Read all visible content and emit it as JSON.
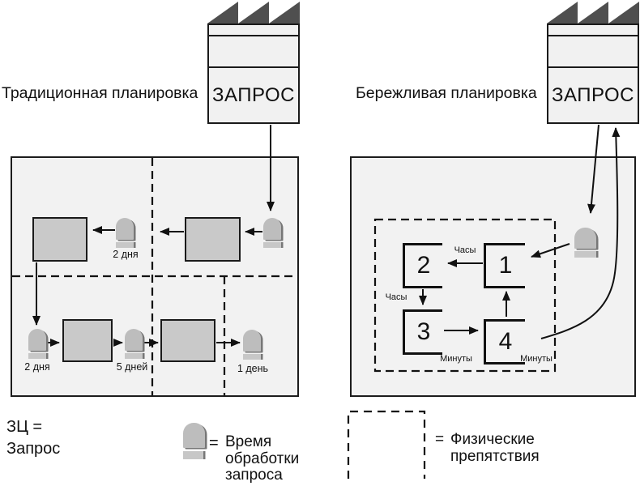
{
  "titles": {
    "left": "Традиционная планировка",
    "right": "Бережливая планировка"
  },
  "factories": {
    "left_label": "ЗАПРОС",
    "right_label": "ЗАПРОС"
  },
  "left_diagram": {
    "labels": {
      "top_delay": "2 дня",
      "bottom_delay1": "2 дня",
      "bottom_delay2": "5 дней",
      "bottom_delay3": "1 день"
    }
  },
  "right_diagram": {
    "cells": {
      "c1": "1",
      "c2": "2",
      "c3": "3",
      "c4": "4"
    },
    "labels": {
      "hours_top": "Часы",
      "hours_left": "Часы",
      "minutes_left": "Минуты",
      "minutes_right": "Минуты"
    }
  },
  "legend": {
    "request_line1": "ЗЦ =",
    "request_line2": "Запрос",
    "time_eq": "=",
    "time_lines": [
      "Время",
      "обработки",
      "запроса"
    ],
    "obstacle_eq": "=",
    "obstacle_lines": [
      "Физические",
      "препятствия"
    ]
  },
  "colors": {
    "panel_fill": "#f2f2f2",
    "process_box_fill": "#c9c9c9",
    "factory_roof": "#4f4f4f",
    "line": "#111111",
    "icon_grey": "#bdbdbd",
    "icon_shadow": "#777777"
  }
}
